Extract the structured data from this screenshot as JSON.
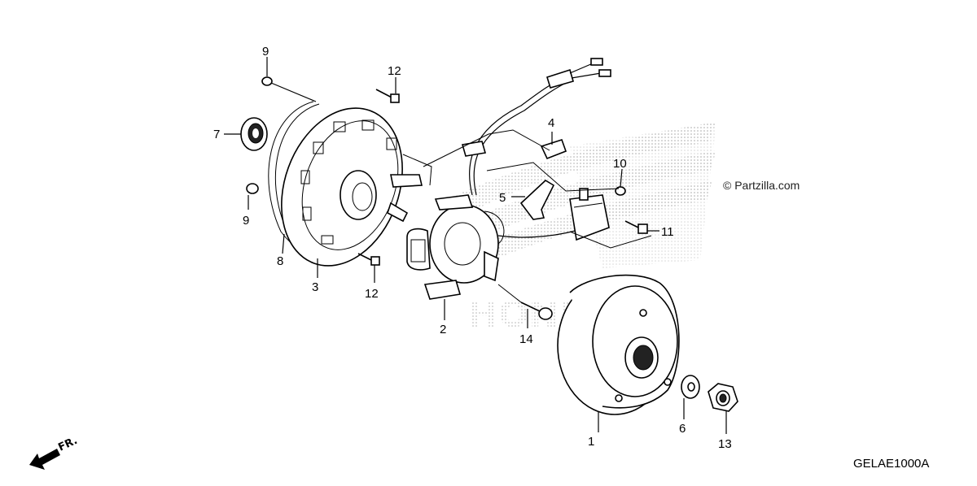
{
  "watermark": "© Partzilla.com",
  "diagram_code": "GELAE1000A",
  "front_label": "FR.",
  "brand_watermark": "HONDA",
  "callouts": [
    {
      "id": "c1",
      "text": "1"
    },
    {
      "id": "c2",
      "text": "2"
    },
    {
      "id": "c3",
      "text": "3"
    },
    {
      "id": "c4",
      "text": "4"
    },
    {
      "id": "c5",
      "text": "5"
    },
    {
      "id": "c6",
      "text": "6"
    },
    {
      "id": "c7",
      "text": "7"
    },
    {
      "id": "c8",
      "text": "8"
    },
    {
      "id": "c9a",
      "text": "9"
    },
    {
      "id": "c9b",
      "text": "9"
    },
    {
      "id": "c10",
      "text": "10"
    },
    {
      "id": "c11",
      "text": "11"
    },
    {
      "id": "c12a",
      "text": "12"
    },
    {
      "id": "c12b",
      "text": "12"
    },
    {
      "id": "c13",
      "text": "13"
    },
    {
      "id": "c14",
      "text": "14"
    }
  ]
}
